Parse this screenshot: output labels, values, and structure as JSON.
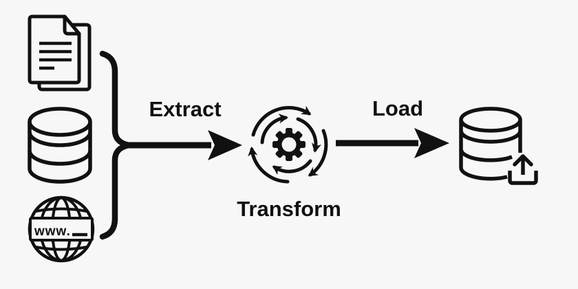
{
  "diagram": {
    "labels": {
      "extract": "Extract",
      "transform": "Transform",
      "load": "Load"
    },
    "globe": {
      "url_text": "www."
    },
    "icons": {
      "sources": [
        "documents-icon",
        "database-icon",
        "globe-www-icon"
      ],
      "grouping": "curly-brace",
      "process": "gear-rotation-icon",
      "target": "database-upload-icon"
    },
    "colors": {
      "background": "#f8f7f7",
      "ink": "#111111"
    }
  }
}
